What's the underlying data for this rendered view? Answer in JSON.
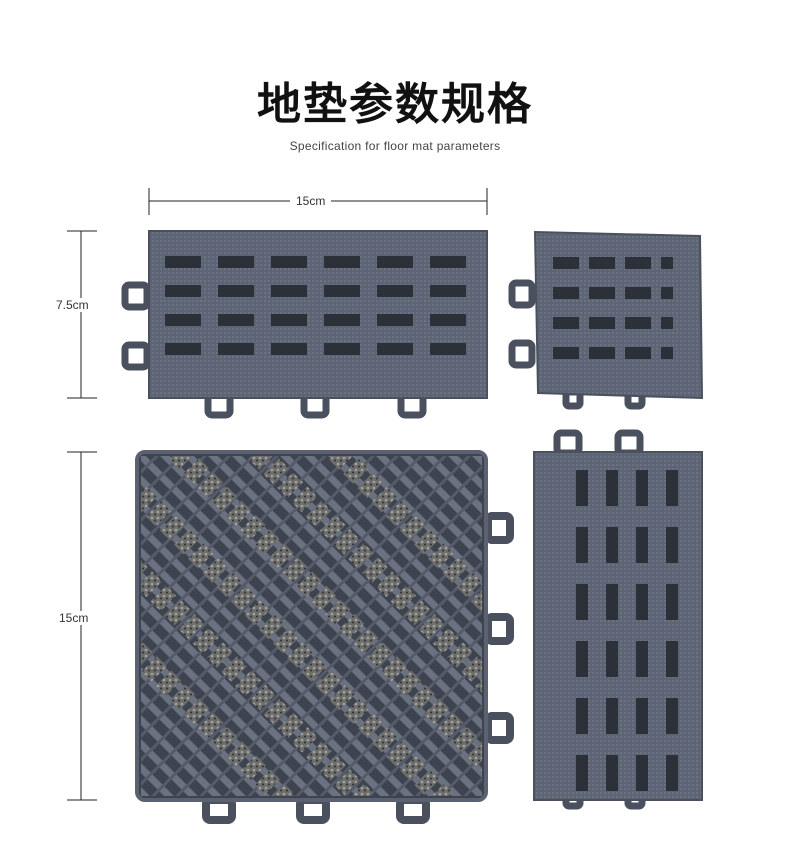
{
  "header": {
    "title": "地垫参数规格",
    "subtitle": "Specification for floor mat parameters"
  },
  "dimensions": {
    "top_width": "15cm",
    "top_height": "7.5cm",
    "bottom_height": "15cm"
  },
  "colors": {
    "mat": "#5d6474",
    "mat_dark": "#3e4350",
    "mat_light": "#7a8192",
    "bristle": "#8a8a86"
  }
}
